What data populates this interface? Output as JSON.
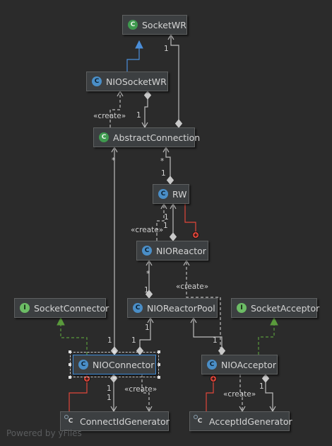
{
  "nodes": [
    {
      "id": "SocketWR",
      "label": "SocketWR",
      "kind": "abstract",
      "icon": "abstract-class-icon"
    },
    {
      "id": "NIOSocketWR",
      "label": "NIOSocketWR",
      "kind": "class",
      "icon": "class-icon"
    },
    {
      "id": "AbstractConnection",
      "label": "AbstractConnection",
      "kind": "abstract",
      "icon": "abstract-class-icon"
    },
    {
      "id": "RW",
      "label": "RW",
      "kind": "class",
      "icon": "class-icon"
    },
    {
      "id": "NIOReactor",
      "label": "NIOReactor",
      "kind": "class",
      "icon": "class-icon"
    },
    {
      "id": "SocketConnector",
      "label": "SocketConnector",
      "kind": "interface",
      "icon": "interface-icon"
    },
    {
      "id": "NIOReactorPool",
      "label": "NIOReactorPool",
      "kind": "class",
      "icon": "class-icon"
    },
    {
      "id": "SocketAcceptor",
      "label": "SocketAcceptor",
      "kind": "interface",
      "icon": "interface-icon"
    },
    {
      "id": "NIOConnector",
      "label": "NIOConnector",
      "kind": "class",
      "icon": "class-icon",
      "selected": true
    },
    {
      "id": "NIOAcceptor",
      "label": "NIOAcceptor",
      "kind": "class",
      "icon": "class-icon"
    },
    {
      "id": "ConnectIdGenerator",
      "label": "ConnectIdGenerator",
      "kind": "final",
      "icon": "final-class-icon"
    },
    {
      "id": "AcceptIdGenerator",
      "label": "AcceptIdGenerator",
      "kind": "final",
      "icon": "final-class-icon"
    }
  ],
  "edges": [
    {
      "from": "NIOSocketWR",
      "to": "SocketWR",
      "type": "extends"
    },
    {
      "from": "AbstractConnection",
      "to": "SocketWR",
      "type": "association",
      "label": "1"
    },
    {
      "from": "NIOSocketWR",
      "to": "AbstractConnection",
      "type": "association",
      "label": "1"
    },
    {
      "from": "AbstractConnection",
      "to": "NIOSocketWR",
      "type": "create",
      "label": "«create»"
    },
    {
      "from": "RW",
      "to": "AbstractConnection",
      "type": "association",
      "label": "*",
      "label2": "1"
    },
    {
      "from": "NIOReactor",
      "to": "RW",
      "type": "association",
      "label": "1",
      "label2": "1"
    },
    {
      "from": "NIOReactor",
      "to": "RW",
      "type": "create",
      "label": "«create»"
    },
    {
      "from": "RW",
      "to": "NIOReactor",
      "type": "inner"
    },
    {
      "from": "NIOReactorPool",
      "to": "NIOReactor",
      "type": "association",
      "label": "*",
      "label2": "1"
    },
    {
      "from": "NIOAcceptor",
      "to": "NIOReactor",
      "type": "create",
      "label": "«create»"
    },
    {
      "from": "NIOConnector",
      "to": "AbstractConnection",
      "type": "association",
      "label": "*",
      "label2": "1"
    },
    {
      "from": "NIOConnector",
      "to": "NIOReactorPool",
      "type": "association",
      "label": "1",
      "label2": "1"
    },
    {
      "from": "NIOAcceptor",
      "to": "NIOReactorPool",
      "type": "association",
      "label": "1"
    },
    {
      "from": "NIOConnector",
      "to": "SocketConnector",
      "type": "implements"
    },
    {
      "from": "NIOAcceptor",
      "to": "SocketAcceptor",
      "type": "implements"
    },
    {
      "from": "NIOConnector",
      "to": "ConnectIdGenerator",
      "type": "association",
      "label": "1",
      "label2": "1"
    },
    {
      "from": "NIOConnector",
      "to": "ConnectIdGenerator",
      "type": "create",
      "label": "«create»"
    },
    {
      "from": "ConnectIdGenerator",
      "to": "NIOConnector",
      "type": "inner"
    },
    {
      "from": "NIOAcceptor",
      "to": "AcceptIdGenerator",
      "type": "association",
      "label": "1"
    },
    {
      "from": "NIOAcceptor",
      "to": "AcceptIdGenerator",
      "type": "create",
      "label": "«create»"
    },
    {
      "from": "AcceptIdGenerator",
      "to": "NIOAcceptor",
      "type": "inner"
    }
  ],
  "colors": {
    "background": "#2b2b2b",
    "node_fill": "#3c3f41",
    "edge": "#bcbcbc",
    "extends": "#4a8ed9",
    "implements": "#5a9a3c",
    "inner": "#e0463a",
    "selected": "#3d8ad6"
  },
  "watermark": "Powered by yFiles"
}
